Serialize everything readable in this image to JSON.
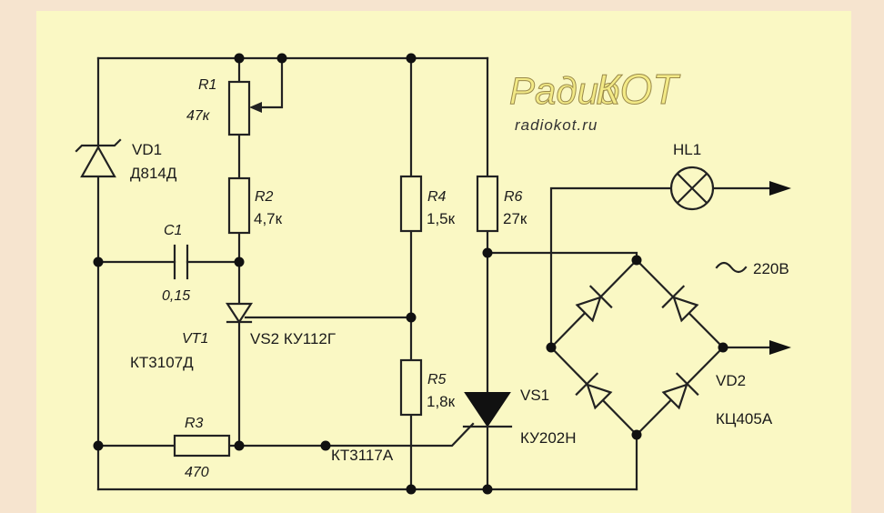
{
  "watermark": {
    "brand_part1": "Радио",
    "brand_part2": "КОТ",
    "url": "radiokot.ru"
  },
  "components": {
    "r1": {
      "ref": "R1",
      "value": "47к"
    },
    "r2": {
      "ref": "R2",
      "value": "4,7к"
    },
    "r3": {
      "ref": "R3",
      "value": "470"
    },
    "r4": {
      "ref": "R4",
      "value": "1,5к"
    },
    "r5": {
      "ref": "R5",
      "value": "1,8к"
    },
    "r6": {
      "ref": "R6",
      "value": "27к"
    },
    "c1": {
      "ref": "C1",
      "value": "0,15"
    },
    "vd1": {
      "ref": "VD1",
      "value": "Д814Д"
    },
    "vt1": {
      "ref": "VT1",
      "value": "КТ3107Д"
    },
    "vs2": {
      "label": "VS2 КУ112Г"
    },
    "kt3117": {
      "label": "КТ3117А"
    },
    "vs1": {
      "ref": "VS1",
      "value": "КУ202Н"
    },
    "vd2": {
      "ref": "VD2",
      "value": "КЦ405А"
    },
    "hl1": {
      "ref": "HL1"
    },
    "mains": {
      "label": "220В"
    }
  },
  "colors": {
    "page_background": "#f6e4cf",
    "board_background": "#faf8c4",
    "wire": "#222222"
  }
}
